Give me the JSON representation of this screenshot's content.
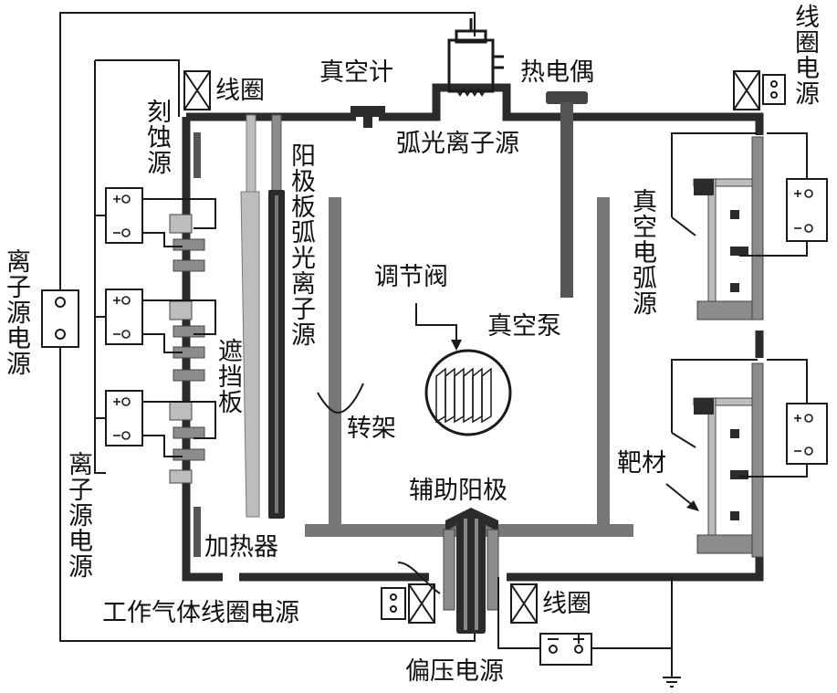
{
  "labels": {
    "vacuum_gauge": "真空计",
    "thermocouple": "热电偶",
    "coil_top_left": "线圈",
    "coil_power_top_right": "线圈电源",
    "arc_ion_source": "弧光离子源",
    "etch_source": "刻蚀源",
    "anode_arc_ion_source": "阳极板弧光离子源",
    "vacuum_arc_source": "真空电弧源",
    "valve": "调节阀",
    "vacuum_pump": "真空泵",
    "shield": "遮挡板",
    "rotary_frame": "转架",
    "target": "靶材",
    "aux_anode": "辅助阳极",
    "heater": "加热器",
    "working_gas_coil_power": "工作气体线圈电源",
    "coil_bottom": "线圈",
    "bias_power": "偏压电源",
    "ion_source_power_outer": "离子源电源",
    "ion_source_power_inner": "离子源电源"
  },
  "colors": {
    "line": "#1a1a1a",
    "wall": "#2b2b2b",
    "dark_gray": "#555555",
    "mid_gray": "#8c8c8c",
    "light_gray": "#bdbdbd"
  }
}
